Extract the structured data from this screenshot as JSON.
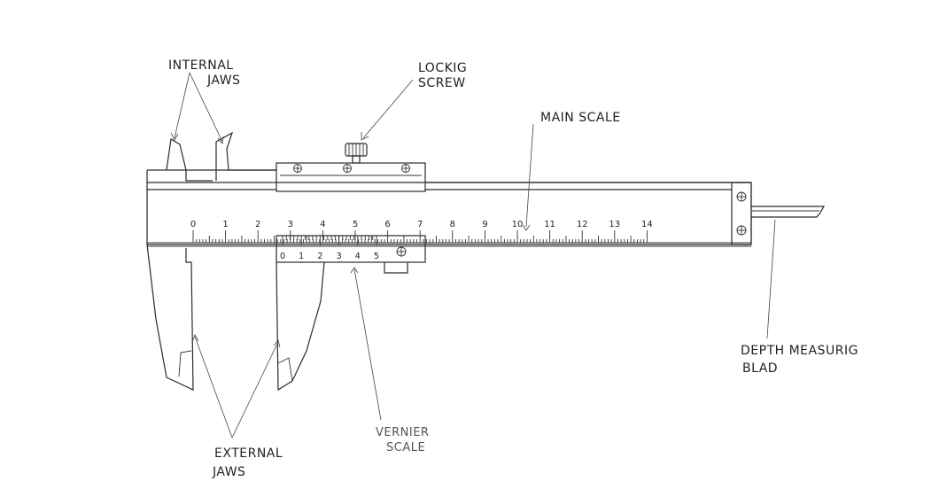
{
  "diagram": {
    "labels": {
      "internal_jaws_line1": "INTERNAL",
      "internal_jaws_line2": "JAWS",
      "locking_screw_line1": "LOCKIG",
      "locking_screw_line2": "SCREW",
      "main_scale": "MAIN SCALE",
      "depth_blade_line1": "DEPTH  MEASURIG",
      "depth_blade_line2": "BLAD",
      "vernier_scale_line1": "VERNIER",
      "vernier_scale_line2": "SCALE",
      "external_jaws_line1": "EXTERNAL",
      "external_jaws_line2": "JAWS"
    },
    "main_scale_numbers": [
      "0",
      "1",
      "2",
      "3",
      "4",
      "5",
      "6",
      "7",
      "8",
      "9",
      "10",
      "11",
      "12",
      "13",
      "14"
    ],
    "vernier_scale_numbers": [
      "0",
      "1",
      "2",
      "3",
      "4",
      "5"
    ]
  }
}
